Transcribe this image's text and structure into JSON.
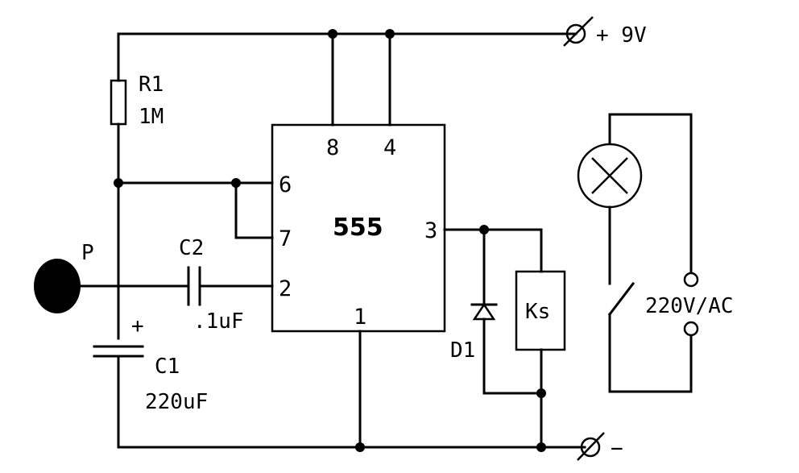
{
  "supply": {
    "positive": "+ 9V",
    "negative": "−"
  },
  "ic": {
    "name": "555",
    "pins": {
      "p8": "8",
      "p4": "4",
      "p6": "6",
      "p7": "7",
      "p3": "3",
      "p2": "2",
      "p1": "1"
    }
  },
  "r1": {
    "name": "R1",
    "value": "1M"
  },
  "c1": {
    "name": "C1",
    "value": "220uF",
    "polarity": "+"
  },
  "c2": {
    "name": "C2",
    "value": ".1uF"
  },
  "probe": {
    "name": "P"
  },
  "relay": {
    "name": "Ks"
  },
  "diode": {
    "name": "D1"
  },
  "mains": {
    "label": "220V/AC"
  },
  "lamp": {
    "icon": "lamp-icon"
  },
  "colors": {
    "line": "#000000",
    "background": "#ffffff"
  }
}
